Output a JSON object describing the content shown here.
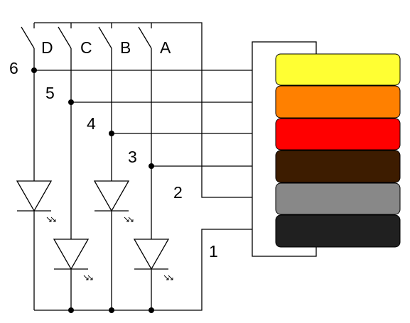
{
  "switches": [
    {
      "id": "D",
      "label": "D"
    },
    {
      "id": "C",
      "label": "C"
    },
    {
      "id": "B",
      "label": "B"
    },
    {
      "id": "A",
      "label": "A"
    }
  ],
  "wires": [
    {
      "id": "6",
      "label": "6"
    },
    {
      "id": "5",
      "label": "5"
    },
    {
      "id": "4",
      "label": "4"
    },
    {
      "id": "3",
      "label": "3"
    },
    {
      "id": "2",
      "label": "2"
    },
    {
      "id": "1",
      "label": "1"
    }
  ],
  "cable_colors": [
    {
      "name": "yellow",
      "hex": "#ffff33"
    },
    {
      "name": "orange",
      "hex": "#ff8000"
    },
    {
      "name": "red",
      "hex": "#ff0000"
    },
    {
      "name": "brown",
      "hex": "#3d1c00"
    },
    {
      "name": "gray",
      "hex": "#888888"
    },
    {
      "name": "black",
      "hex": "#202020"
    }
  ]
}
